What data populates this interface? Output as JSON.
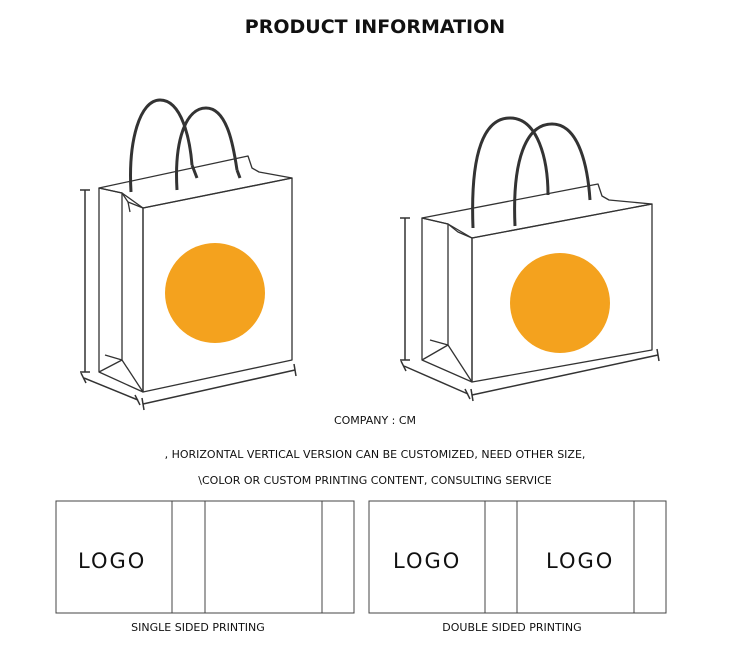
{
  "header": {
    "title": "PRODUCT INFORMATION"
  },
  "notes": {
    "company": "COMPANY :  CM",
    "line1": ", HORIZONTAL VERTICAL VERSION CAN BE CUSTOMIZED, NEED OTHER SIZE,",
    "line2": "\\COLOR OR CUSTOM PRINTING CONTENT, CONSULTING SERVICE"
  },
  "layouts": {
    "single": {
      "logo": "LOGO",
      "caption": "SINGLE SIDED PRINTING"
    },
    "double": {
      "logo_left": "LOGO",
      "logo_right": "LOGO",
      "caption": "DOUBLE SIDED PRINTING"
    }
  },
  "colors": {
    "circle": "#F4A21E",
    "line": "#333333"
  }
}
